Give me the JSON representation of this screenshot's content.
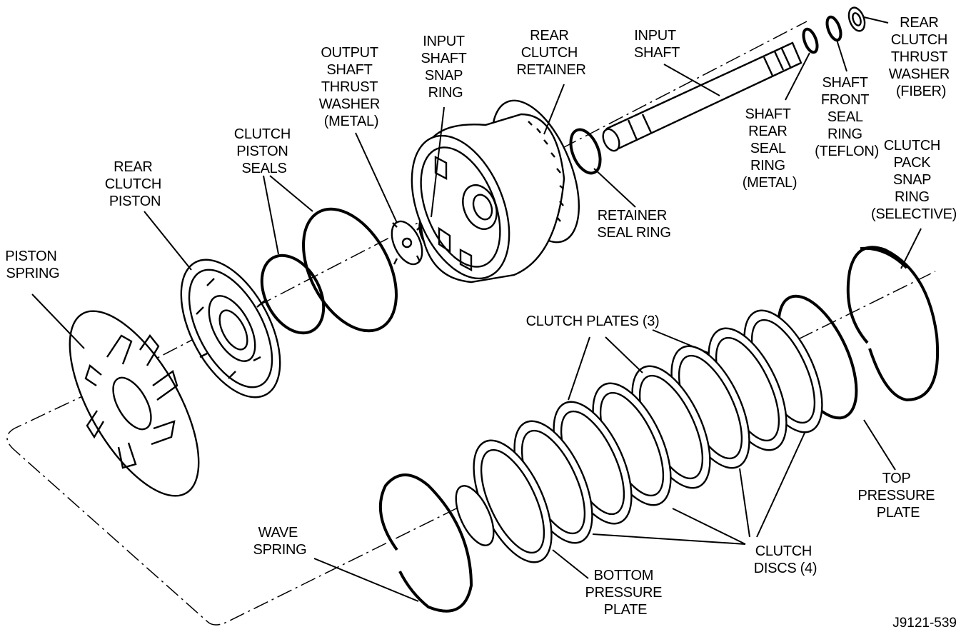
{
  "figure_id": "J9121-539",
  "labels": {
    "piston_spring": [
      "PISTON",
      "SPRING"
    ],
    "rear_clutch_piston": [
      "REAR",
      "CLUTCH",
      "PISTON"
    ],
    "clutch_piston_seals": [
      "CLUTCH",
      "PISTON",
      "SEALS"
    ],
    "output_shaft_thrust_washer": [
      "OUTPUT",
      "SHAFT",
      "THRUST",
      "WASHER",
      "(METAL)"
    ],
    "input_shaft_snap_ring": [
      "INPUT",
      "SHAFT",
      "SNAP",
      "RING"
    ],
    "rear_clutch_retainer": [
      "REAR",
      "CLUTCH",
      "RETAINER"
    ],
    "input_shaft": [
      "INPUT",
      "SHAFT"
    ],
    "rear_clutch_thrust_washer": [
      "REAR",
      "CLUTCH",
      "THRUST",
      "WASHER",
      "(FIBER)"
    ],
    "shaft_front_seal_ring": [
      "SHAFT",
      "FRONT",
      "SEAL",
      "RING",
      "(TEFLON)"
    ],
    "shaft_rear_seal_ring": [
      "SHAFT",
      "REAR",
      "SEAL",
      "RING",
      "(METAL)"
    ],
    "retainer_seal_ring": [
      "RETAINER",
      "SEAL RING"
    ],
    "clutch_pack_snap_ring": [
      "CLUTCH",
      "PACK",
      "SNAP",
      "RING",
      "(SELECTIVE)"
    ],
    "clutch_plates": [
      "CLUTCH PLATES (3)"
    ],
    "top_pressure_plate": [
      "TOP",
      "PRESSURE",
      "PLATE"
    ],
    "clutch_discs": [
      "CLUTCH",
      "DISCS (4)"
    ],
    "bottom_pressure_plate": [
      "BOTTOM",
      "PRESSURE",
      "PLATE"
    ],
    "wave_spring": [
      "WAVE",
      "SPRING"
    ]
  }
}
